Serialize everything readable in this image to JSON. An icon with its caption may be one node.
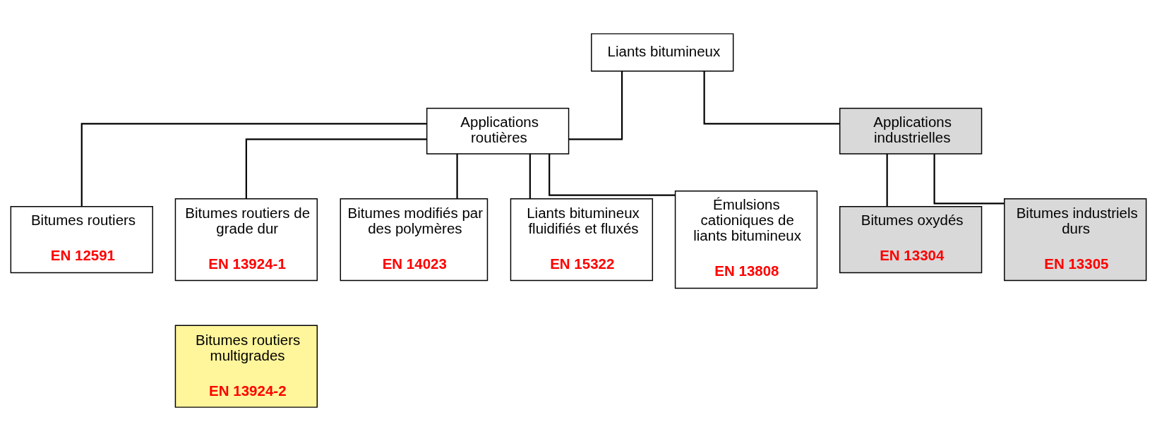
{
  "diagram": {
    "nodes": [
      {
        "text": [
          "Liants bitumineux"
        ]
      },
      {
        "text": [
          "Applications routières"
        ]
      },
      {
        "text": [
          "Applications industrielles"
        ]
      },
      {
        "text": [
          "Bitumes routiers",
          "EN 12591"
        ]
      },
      {
        "text": [
          "Bitumes routiers de grade dur",
          "EN 13924-1"
        ]
      },
      {
        "text": [
          "Bitumes modifiés par des polymères",
          "EN 14023"
        ]
      },
      {
        "text": [
          "Liants bitumineux fluidifiés et fluxés",
          "EN 15322"
        ]
      },
      {
        "text": [
          "Émulsions cationiques de liants bitumineux",
          "EN 13808"
        ]
      },
      {
        "text": [
          "Bitumes oxydés",
          "EN 13304"
        ]
      },
      {
        "text": [
          "Bitumes industriels durs",
          "EN 13305"
        ]
      },
      {
        "text": [
          "Bitumes routiers multigrades",
          "EN 13924-2"
        ]
      }
    ],
    "edges": [
      {
        "from": 0,
        "to": 1,
        "arrow": "none"
      },
      {
        "from": 0,
        "to": 2,
        "arrow": "none"
      },
      {
        "from": 1,
        "to": 3,
        "arrow": "none"
      },
      {
        "from": 1,
        "to": 4,
        "arrow": "none"
      },
      {
        "from": 1,
        "to": 5,
        "arrow": "none"
      },
      {
        "from": 1,
        "to": 6,
        "arrow": "none"
      },
      {
        "from": 1,
        "to": 7,
        "arrow": "none"
      },
      {
        "from": 2,
        "to": 8,
        "arrow": "none"
      },
      {
        "from": 2,
        "to": 9,
        "arrow": "none"
      }
    ]
  }
}
